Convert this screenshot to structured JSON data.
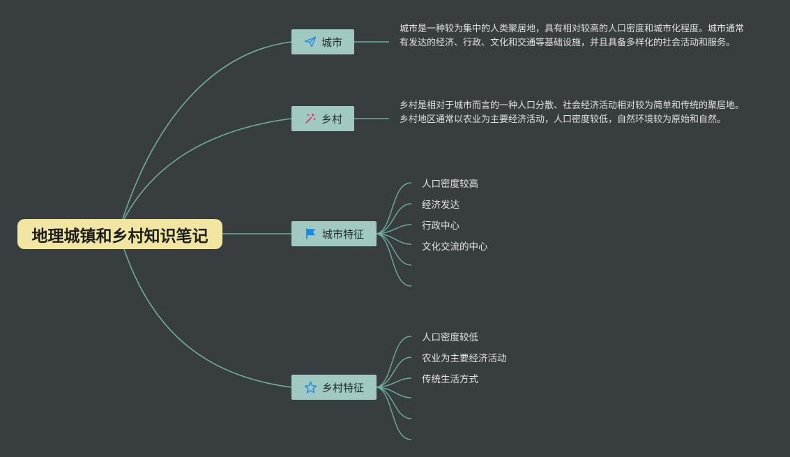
{
  "root": {
    "title": "地理城镇和乡村知识笔记"
  },
  "branches": [
    {
      "label": "城市",
      "icon": "paper-plane-icon",
      "description": "城市是一种较为集中的人类聚居地，具有相对较高的人口密度和城市化程度。城市通常有发达的经济、行政、文化和交通等基础设施，并且具备多样化的社会活动和服务。"
    },
    {
      "label": "乡村",
      "icon": "magic-wand-icon",
      "description": "乡村是相对于城市而言的一种人口分散、社会经济活动相对较为简单和传统的聚居地。乡村地区通常以农业为主要经济活动，人口密度较低，自然环境较为原始和自然。"
    },
    {
      "label": "城市特征",
      "icon": "flag-icon",
      "items": [
        "人口密度较高",
        "经济发达",
        "行政中心",
        "文化交流的中心",
        "",
        ""
      ]
    },
    {
      "label": "乡村特征",
      "icon": "star-icon",
      "items": [
        "人口密度较低",
        "农业为主要经济活动",
        "传统生活方式",
        "",
        "",
        ""
      ]
    }
  ],
  "colors": {
    "background": "#383d3f",
    "connector": "#6fae9f",
    "root_fill": "#f0e6a2",
    "branch_fill": "#9fc9c1",
    "plane_icon": "#2f8fe0",
    "wand_icon": "#e0306a",
    "flag_icon": "#1e88e5",
    "star_icon": "#1e88e5"
  }
}
